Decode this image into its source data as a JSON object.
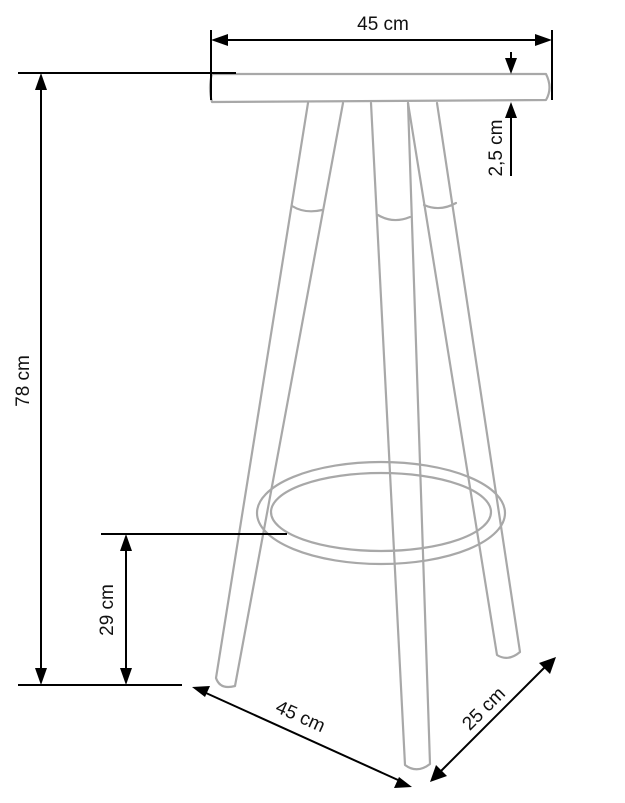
{
  "dimensions": {
    "seat_width": "45 cm",
    "seat_thickness": "2,5 cm",
    "total_height": "78 cm",
    "footrest_height": "29 cm",
    "base_width": "45 cm",
    "base_depth": "25 cm"
  },
  "colors": {
    "outline": "#a8a8a8",
    "dimension_lines": "#000000",
    "background": "#ffffff"
  }
}
